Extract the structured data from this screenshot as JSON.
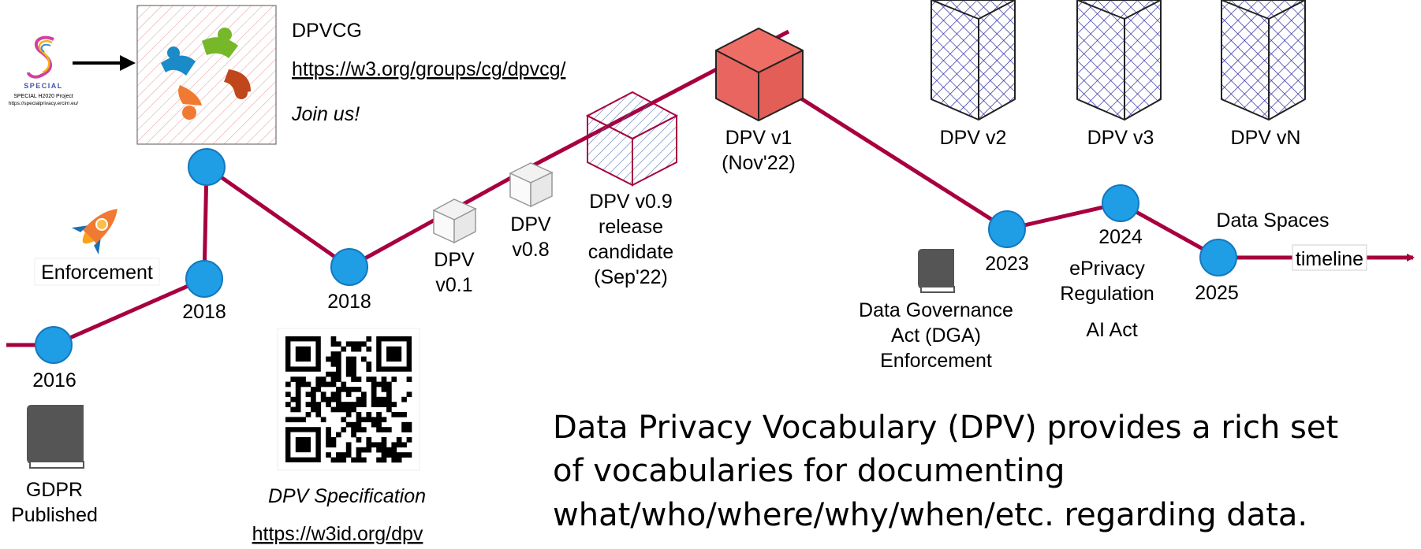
{
  "top_left": {
    "special_logo_text": "SPECIAL",
    "special_caption_1": "SPECIAL H2020 Project",
    "special_caption_2": "https://specialprivacy.ercim.eu/",
    "group_name": "DPVCG",
    "group_url": "https://w3.org/groups/cg/dpvcg/",
    "join": "Join us!"
  },
  "timeline": {
    "label": "timeline",
    "colors": {
      "line": "#a8003f",
      "node": "#1f9ee6",
      "node_stroke": "#1478bf"
    },
    "nodes": [
      {
        "year": "2016",
        "caption": [
          "GDPR",
          "Published"
        ]
      },
      {
        "year": "2018",
        "caption": [
          "Enforcement"
        ]
      },
      {
        "year": "2018"
      },
      {
        "year": "2023",
        "caption": [
          "Data Governance",
          "Act (DGA)",
          "Enforcement"
        ]
      },
      {
        "year": "2024",
        "caption": [
          "ePrivacy",
          "Regulation"
        ],
        "extra": "AI Act"
      },
      {
        "year": "2025",
        "caption": [
          "Data Spaces"
        ]
      }
    ]
  },
  "versions": [
    {
      "lines": [
        "DPV",
        "v0.1"
      ],
      "style": "plain"
    },
    {
      "lines": [
        "DPV",
        "v0.8"
      ],
      "style": "plain"
    },
    {
      "lines": [
        "DPV v0.9",
        "release",
        "candidate",
        "(Sep'22)"
      ],
      "style": "hatched",
      "color": "#a8003f"
    },
    {
      "lines": [
        "DPV v1",
        "(Nov'22)"
      ],
      "style": "solid",
      "color": "#e8665f"
    },
    {
      "lines": [
        "DPV v2"
      ],
      "style": "crosshatch",
      "color": "#1d1d9e"
    },
    {
      "lines": [
        "DPV v3"
      ],
      "style": "crosshatch",
      "color": "#1d1d9e"
    },
    {
      "lines": [
        "DPV vN"
      ],
      "style": "crosshatch",
      "color": "#1d1d9e"
    }
  ],
  "spec": {
    "title": "DPV Specification",
    "url": "https://w3id.org/dpv"
  },
  "description": {
    "lines": [
      "Data Privacy Vocabulary (DPV) provides a rich set",
      "of vocabularies for documenting",
      "what/who/where/why/when/etc. regarding data."
    ]
  }
}
